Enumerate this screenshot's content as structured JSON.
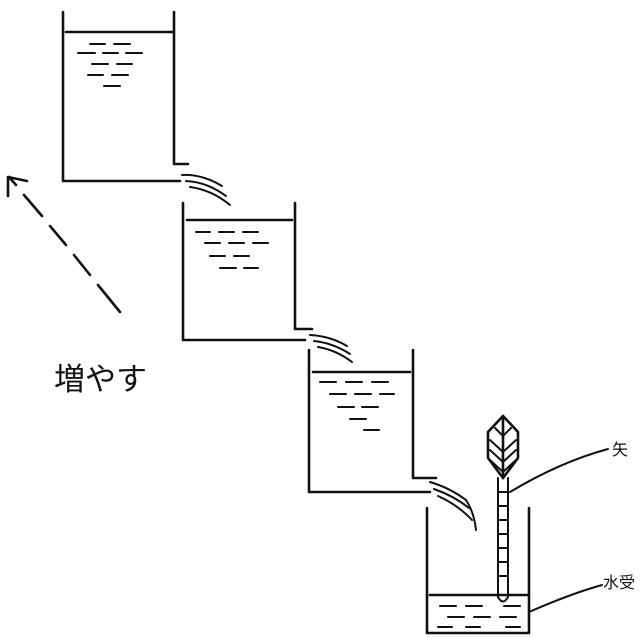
{
  "labels": {
    "increase": "増やす",
    "arrow": "矢",
    "water_receiver": "水受"
  },
  "colors": {
    "ink": "#111111",
    "background": "#ffffff"
  }
}
